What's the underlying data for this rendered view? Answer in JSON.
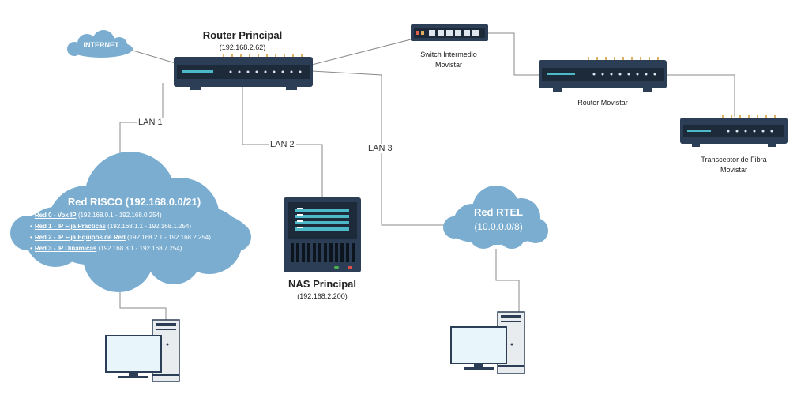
{
  "router_principal": {
    "name": "Router Principal",
    "ip": "(192.168.2.62)"
  },
  "internet": {
    "label": "INTERNET"
  },
  "switch": {
    "name_line1": "Switch Intermedio",
    "name_line2": "Movistar"
  },
  "router_movistar": {
    "name": "Router Movistar"
  },
  "transceptor": {
    "name_line1": "Transceptor de Fibra",
    "name_line2": "Movistar"
  },
  "links": {
    "lan1": "LAN 1",
    "lan2": "LAN 2",
    "lan3": "LAN 3"
  },
  "nas": {
    "name": "NAS Principal",
    "ip": "(192.168.2.200)"
  },
  "red_risco": {
    "title": "Red RISCO (192.168.0.0/21)",
    "subnets": [
      {
        "name": "Red 0 - Vox IP",
        "range": "(192.168.0.1 - 192.168.0.254)"
      },
      {
        "name": "Red 1 - IP Fija Practicas",
        "range": "(192.168.1.1 - 192.168.1.254)"
      },
      {
        "name": "Red 2 - IP Fija Equipos de Red",
        "range": "(192.168.2.1 - 192.168.2.254)"
      },
      {
        "name": "Red 3 - IP Dinamicas",
        "range": "(192.168.3.1 - 192.168.7.254)"
      }
    ]
  },
  "red_rtel": {
    "title": "Red RTEL",
    "range": "(10.0.0.0/8)"
  },
  "colors": {
    "cloud": "#7aadd0",
    "device_dark": "#2c3e55",
    "device_panel": "#1c2a3a",
    "accent_led": "#e0b060",
    "line": "#8a8a8a"
  }
}
